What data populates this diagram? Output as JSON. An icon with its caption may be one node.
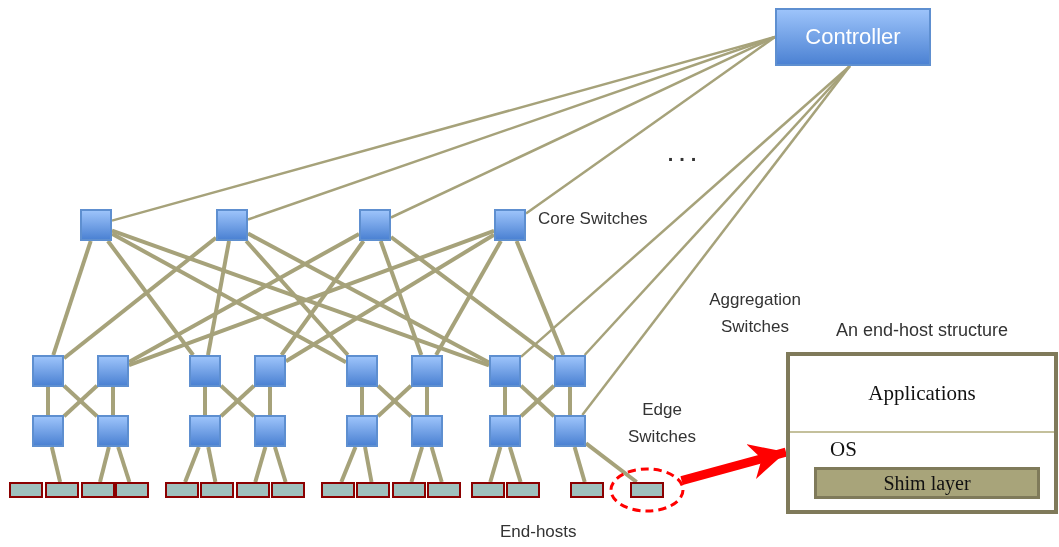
{
  "diagram": {
    "nodes": [
      {
        "text": [
          "Controller"
        ]
      },
      {
        "text": [],
        "shape": "box"
      },
      {
        "text": [],
        "shape": "box"
      },
      {
        "text": [],
        "shape": "box"
      },
      {
        "text": [],
        "shape": "box"
      },
      {
        "text": [],
        "shape": "box"
      },
      {
        "text": [],
        "shape": "box"
      },
      {
        "text": [],
        "shape": "box"
      },
      {
        "text": [],
        "shape": "box"
      },
      {
        "text": [],
        "shape": "box"
      },
      {
        "text": [],
        "shape": "box"
      },
      {
        "text": [],
        "shape": "box"
      },
      {
        "text": [],
        "shape": "box"
      },
      {
        "text": [],
        "shape": "box"
      },
      {
        "text": [],
        "shape": "box"
      },
      {
        "text": [],
        "shape": "box"
      },
      {
        "text": [],
        "shape": "box"
      },
      {
        "text": [],
        "shape": "box"
      },
      {
        "text": [],
        "shape": "box"
      },
      {
        "text": [],
        "shape": "box"
      },
      {
        "text": [],
        "shape": "box"
      },
      {
        "text": [],
        "shape": "bar"
      },
      {
        "text": [],
        "shape": "bar"
      },
      {
        "text": [],
        "shape": "bar"
      },
      {
        "text": [],
        "shape": "bar"
      },
      {
        "text": [],
        "shape": "bar"
      },
      {
        "text": [],
        "shape": "bar"
      },
      {
        "text": [],
        "shape": "bar"
      },
      {
        "text": [],
        "shape": "bar"
      },
      {
        "text": [],
        "shape": "bar"
      },
      {
        "text": [],
        "shape": "bar"
      },
      {
        "text": [],
        "shape": "bar"
      },
      {
        "text": [],
        "shape": "bar"
      },
      {
        "text": [],
        "shape": "bar"
      },
      {
        "text": [],
        "shape": "bar"
      },
      {
        "text": [],
        "shape": "bar"
      },
      {
        "text": [],
        "shape": "bar",
        "in": 37
      },
      {
        "text": [],
        "shape": "circle"
      },
      {
        "text": [
          "An end-host structure"
        ]
      },
      {
        "text": [
          "Applications"
        ],
        "in": 38
      },
      {
        "text": [
          "OS"
        ],
        "in": 38
      },
      {
        "text": [
          "Shim layer"
        ],
        "in": 40
      }
    ],
    "edges": [
      {
        "from": 0,
        "to": 1,
        "arrow": "none"
      },
      {
        "from": 0,
        "to": 2,
        "arrow": "none"
      },
      {
        "from": 0,
        "to": 3,
        "arrow": "none"
      },
      {
        "from": 0,
        "to": 4,
        "arrow": "none"
      },
      {
        "from": 0,
        "to": 11,
        "arrow": "none"
      },
      {
        "from": 0,
        "to": 12,
        "arrow": "none"
      },
      {
        "from": 0,
        "to": 20,
        "arrow": "none"
      },
      {
        "from": 1,
        "to": 5,
        "arrow": "none"
      },
      {
        "from": 1,
        "to": 7,
        "arrow": "none"
      },
      {
        "from": 1,
        "to": 9,
        "arrow": "none"
      },
      {
        "from": 1,
        "to": 11,
        "arrow": "none"
      },
      {
        "from": 2,
        "to": 5,
        "arrow": "none"
      },
      {
        "from": 2,
        "to": 7,
        "arrow": "none"
      },
      {
        "from": 2,
        "to": 9,
        "arrow": "none"
      },
      {
        "from": 2,
        "to": 11,
        "arrow": "none"
      },
      {
        "from": 3,
        "to": 6,
        "arrow": "none"
      },
      {
        "from": 3,
        "to": 8,
        "arrow": "none"
      },
      {
        "from": 3,
        "to": 10,
        "arrow": "none"
      },
      {
        "from": 3,
        "to": 12,
        "arrow": "none"
      },
      {
        "from": 4,
        "to": 6,
        "arrow": "none"
      },
      {
        "from": 4,
        "to": 8,
        "arrow": "none"
      },
      {
        "from": 4,
        "to": 10,
        "arrow": "none"
      },
      {
        "from": 4,
        "to": 12,
        "arrow": "none"
      },
      {
        "from": 5,
        "to": 13,
        "arrow": "none"
      },
      {
        "from": 5,
        "to": 14,
        "arrow": "none"
      },
      {
        "from": 6,
        "to": 13,
        "arrow": "none"
      },
      {
        "from": 6,
        "to": 14,
        "arrow": "none"
      },
      {
        "from": 7,
        "to": 15,
        "arrow": "none"
      },
      {
        "from": 7,
        "to": 16,
        "arrow": "none"
      },
      {
        "from": 8,
        "to": 15,
        "arrow": "none"
      },
      {
        "from": 8,
        "to": 16,
        "arrow": "none"
      },
      {
        "from": 9,
        "to": 17,
        "arrow": "none"
      },
      {
        "from": 9,
        "to": 18,
        "arrow": "none"
      },
      {
        "from": 10,
        "to": 17,
        "arrow": "none"
      },
      {
        "from": 10,
        "to": 18,
        "arrow": "none"
      },
      {
        "from": 11,
        "to": 19,
        "arrow": "none"
      },
      {
        "from": 11,
        "to": 20,
        "arrow": "none"
      },
      {
        "from": 12,
        "to": 19,
        "arrow": "none"
      },
      {
        "from": 12,
        "to": 20,
        "arrow": "none"
      },
      {
        "from": 13,
        "to": 22,
        "arrow": "none"
      },
      {
        "from": 14,
        "to": 23,
        "arrow": "none"
      },
      {
        "from": 14,
        "to": 24,
        "arrow": "none"
      },
      {
        "from": 15,
        "to": 25,
        "arrow": "none"
      },
      {
        "from": 15,
        "to": 26,
        "arrow": "none"
      },
      {
        "from": 16,
        "to": 27,
        "arrow": "none"
      },
      {
        "from": 16,
        "to": 28,
        "arrow": "none"
      },
      {
        "from": 17,
        "to": 29,
        "arrow": "none"
      },
      {
        "from": 17,
        "to": 30,
        "arrow": "none"
      },
      {
        "from": 18,
        "to": 31,
        "arrow": "none"
      },
      {
        "from": 18,
        "to": 32,
        "arrow": "none"
      },
      {
        "from": 19,
        "to": 33,
        "arrow": "none"
      },
      {
        "from": 19,
        "to": 34,
        "arrow": "none"
      },
      {
        "from": 20,
        "to": 35,
        "arrow": "none"
      },
      {
        "from": 20,
        "to": 36,
        "arrow": "none"
      },
      {
        "from": 37,
        "to": 38,
        "arrow": "to",
        "style": "thick",
        "color": "#ff0000"
      }
    ],
    "labels": [
      "...",
      "Core Switches",
      "Aggregation Switches",
      "Edge Switches",
      "End-hosts"
    ]
  }
}
